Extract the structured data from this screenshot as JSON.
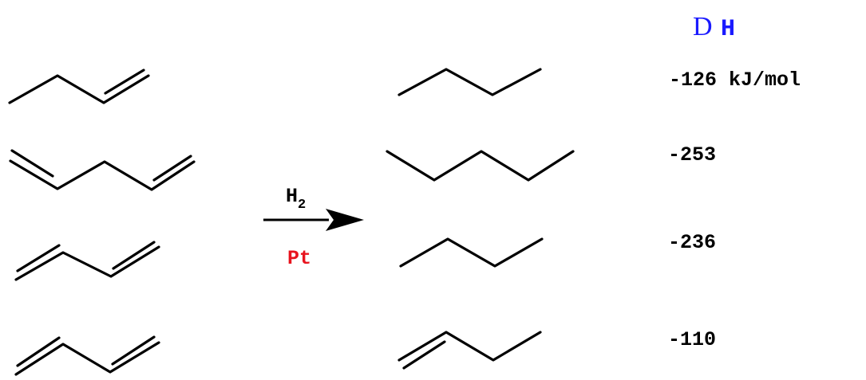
{
  "header": {
    "delta_symbol": "D",
    "h_symbol": "H",
    "delta_color": "#1a1aff",
    "h_color": "#1a1aff"
  },
  "reagent": {
    "h2_main": "H",
    "h2_sub": "2",
    "catalyst": "Pt",
    "catalyst_color": "#e8141e"
  },
  "reactions": [
    {
      "reactant": "1-butene",
      "product": "butane",
      "enthalpy": "-126 kJ/mol"
    },
    {
      "reactant": "1,4-pentadiene",
      "product": "pentane",
      "enthalpy": "-253"
    },
    {
      "reactant": "1,3-butadiene",
      "product": "butane",
      "enthalpy": "-236"
    },
    {
      "reactant": "1,3-butadiene",
      "product": "1-butene",
      "enthalpy": "-110"
    }
  ]
}
